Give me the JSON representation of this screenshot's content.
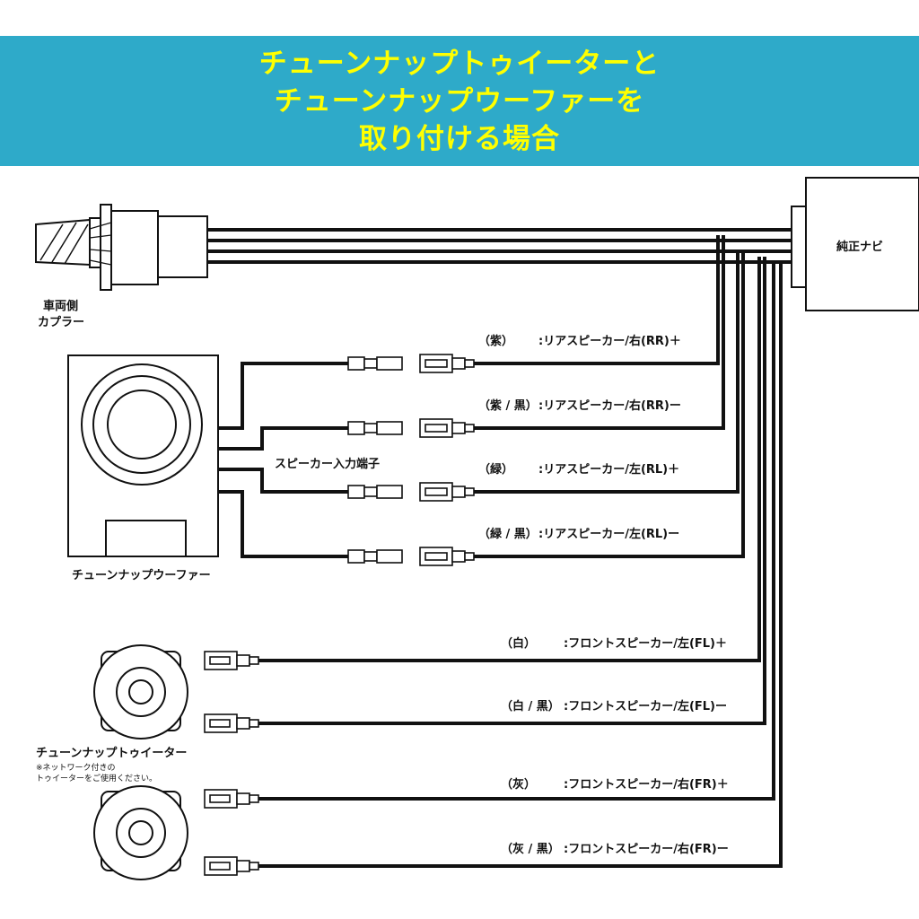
{
  "title": {
    "line1": "チューンナップトゥイーターと",
    "line2": "チューンナップウーファーを",
    "line3": "取り付ける場合"
  },
  "vehicle_coupler": {
    "line1": "車両側",
    "line2": "カプラー"
  },
  "navi_label": "純正ナビ",
  "speaker_terminal_label": "スピーカー入力端子",
  "woofer_label": "チューンナップウーファー",
  "tweeter_label": "チューンナップトゥイーター",
  "tweeter_note": {
    "line1": "※ネットワーク付きの",
    "line2": "トゥイーターをご使用ください。"
  },
  "wires": [
    {
      "color": "（紫）",
      "desc": ":リアスピーカー/右(RR)＋"
    },
    {
      "color": "（紫 / 黒）",
      "desc": ":リアスピーカー/右(RR)ー"
    },
    {
      "color": "（緑）",
      "desc": ":リアスピーカー/左(RL)＋"
    },
    {
      "color": "（緑 / 黒）",
      "desc": ":リアスピーカー/左(RL)ー"
    },
    {
      "color": "（白）",
      "desc": ":フロントスピーカー/左(FL)＋"
    },
    {
      "color": "（白 / 黒）",
      "desc": ":フロントスピーカー/左(FL)ー"
    },
    {
      "color": "（灰）",
      "desc": ":フロントスピーカー/右(FR)＋"
    },
    {
      "color": "（灰 / 黒）",
      "desc": ":フロントスピーカー/右(FR)ー"
    }
  ]
}
